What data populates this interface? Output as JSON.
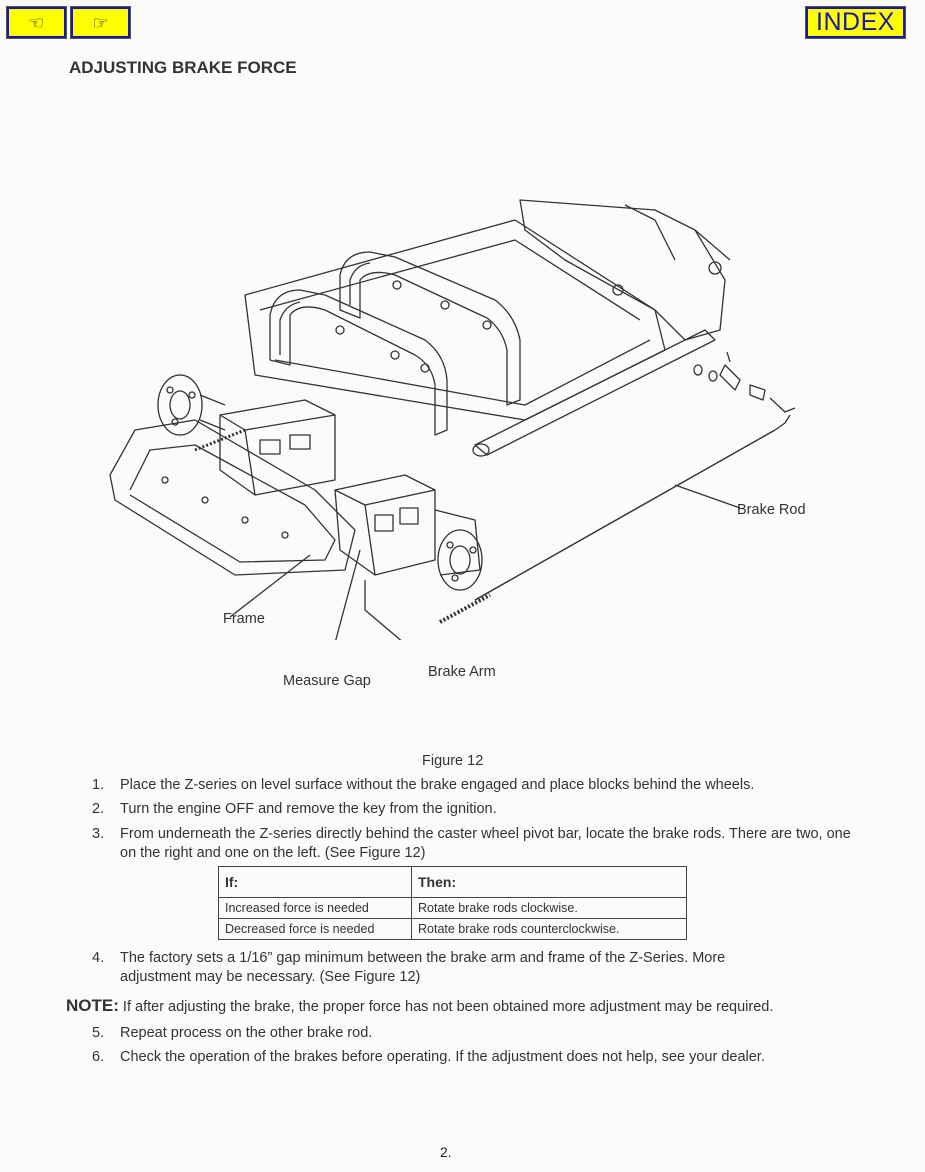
{
  "nav": {
    "prev_icon": "left-pointing-hand-icon",
    "next_icon": "right-pointing-hand-icon",
    "index_label": "INDEX"
  },
  "title": "ADJUSTING BRAKE FORCE",
  "figure": {
    "callouts": {
      "brake_rod": "Brake Rod",
      "frame": "Frame",
      "measure_gap": "Measure Gap",
      "brake_arm": "Brake Arm"
    },
    "caption": "Figure 12"
  },
  "steps_a": [
    {
      "num": "1.",
      "text": "Place the Z-series on level surface without the brake engaged and place blocks behind the wheels."
    },
    {
      "num": "2.",
      "text": "Turn the engine OFF and remove the key from the ignition."
    },
    {
      "num": "3.",
      "text": "From underneath the Z-series directly behind the caster wheel pivot bar, locate the brake rods. There are two, one on the right and one on the left. (See Figure 12)"
    }
  ],
  "table": {
    "headers": [
      "If:",
      "Then:"
    ],
    "rows": [
      [
        "Increased force is needed",
        "Rotate brake rods clockwise."
      ],
      [
        "Decreased force is needed",
        "Rotate brake rods counterclockwise."
      ]
    ]
  },
  "step_4": {
    "num": "4.",
    "text": "The factory sets a 1/16” gap minimum between the brake arm and frame of the Z-Series. More adjustment may be necessary. (See Figure 12)"
  },
  "note": {
    "label": "NOTE:",
    "text": " If after adjusting the brake, the proper force has not been obtained more adjustment may be required."
  },
  "steps_b": [
    {
      "num": "5.",
      "text": "Repeat process on the other brake rod."
    },
    {
      "num": "6.",
      "text": "Check the operation of the brakes before operating. If the adjustment does not help, see your dealer."
    }
  ],
  "page_number": "2."
}
